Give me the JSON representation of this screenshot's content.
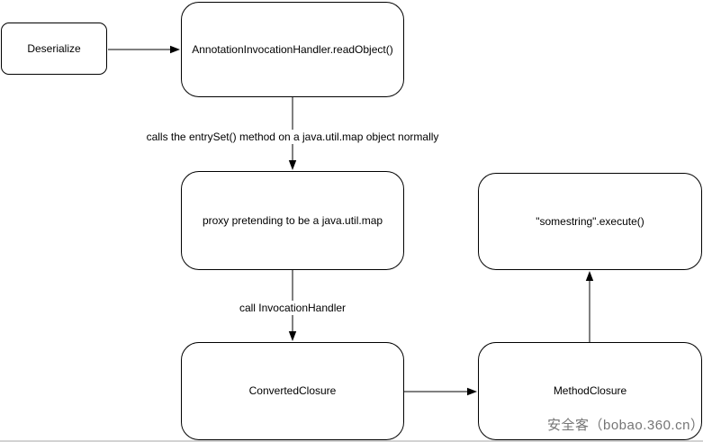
{
  "diagram": {
    "nodes": {
      "deserialize": {
        "label": "Deserialize"
      },
      "readObject": {
        "label": "AnnotationInvocationHandler.readObject()"
      },
      "proxy": {
        "label": "proxy pretending to be a java.util.map"
      },
      "convertedClosure": {
        "label": "ConvertedClosure"
      },
      "somestringExecute": {
        "label": "\"somestring\".execute()"
      },
      "methodClosure": {
        "label": "MethodClosure"
      }
    },
    "edge_labels": {
      "entrySet": "calls the entrySet() method on a java.util.map object normally",
      "invocationHandler": "call InvocationHandler"
    },
    "watermark": {
      "text": "安全客（bobao.360.cn）"
    },
    "colors": {
      "stroke": "#000000",
      "node_fill": "#ffffff",
      "background": "#ffffff",
      "watermark_text": "#757575"
    }
  }
}
